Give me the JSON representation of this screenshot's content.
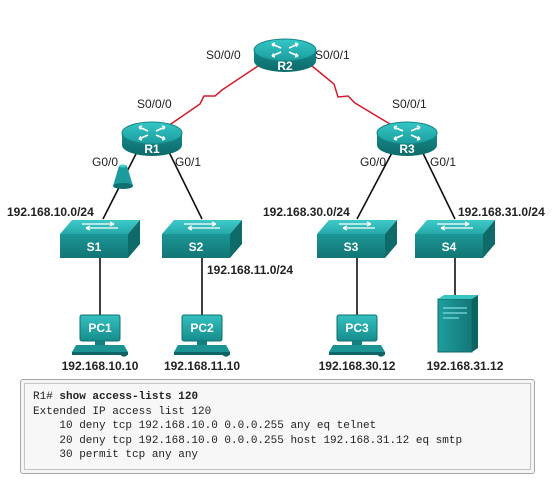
{
  "colors": {
    "router_fill": "#1a9a9a",
    "switch_fill": "#1d9898",
    "link_serial": "#d11b2b",
    "link_ethernet": "#111111"
  },
  "devices": {
    "r1": "R1",
    "r2": "R2",
    "r3": "R3",
    "s1": "S1",
    "s2": "S2",
    "s3": "S3",
    "s4": "S4",
    "pc1": "PC1",
    "pc2": "PC2",
    "pc3": "PC3"
  },
  "interfaces": {
    "r2_s000": "S0/0/0",
    "r2_s001": "S0/0/1",
    "r1_s000": "S0/0/0",
    "r3_s001": "S0/0/1",
    "r1_g00": "G0/0",
    "r1_g01": "G0/1",
    "r3_g00": "G0/0",
    "r3_g01": "G0/1"
  },
  "networks": {
    "net_10": "192.168.10.0/24",
    "net_11": "192.168.11.0/24",
    "net_30": "192.168.30.0/24",
    "net_31": "192.168.31.0/24"
  },
  "hosts": {
    "pc1_ip": "192.168.10.10",
    "pc2_ip": "192.168.11.10",
    "pc3_ip": "192.168.30.12",
    "server_ip": "192.168.31.12"
  },
  "icons": {
    "router": "router-icon",
    "switch": "switch-icon",
    "pc": "pc-icon",
    "server": "server-icon",
    "acl": "acl-cone-icon",
    "serial": "serial-link-icon"
  },
  "terminal": {
    "prompt": "R1#",
    "command": "show access-lists 120",
    "lines": [
      "Extended IP access list 120",
      "    10 deny tcp 192.168.10.0 0.0.0.255 any eq telnet",
      "    20 deny tcp 192.168.10.0 0.0.0.255 host 192.168.31.12 eq smtp",
      "    30 permit tcp any any"
    ]
  }
}
